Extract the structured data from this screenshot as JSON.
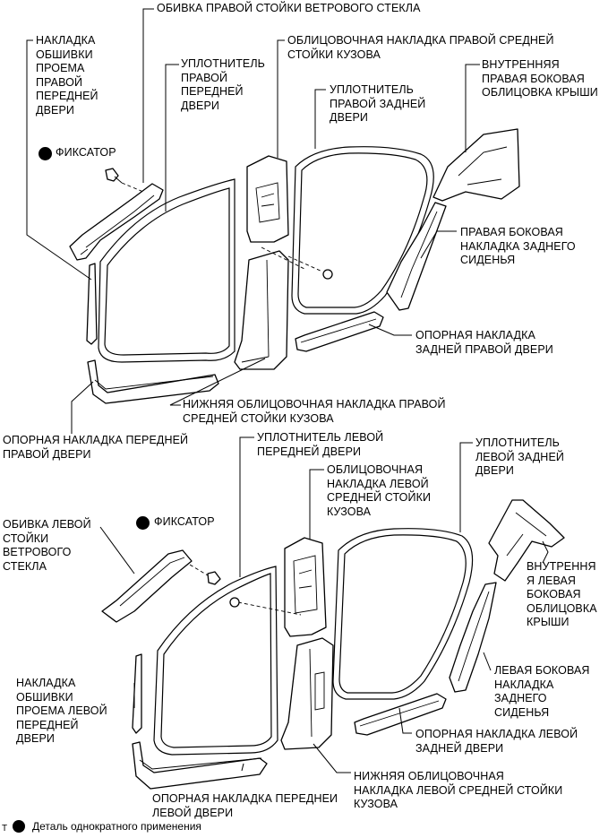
{
  "labels": {
    "rh_windshield_pillar_garnish": "ОБИВКА ПРАВОЙ СТОЙКИ ВЕТРОВОГО СТЕКЛА",
    "rh_front_door_opening_trim": "НАКЛАДКА\nОБШИВКИ\nПРОЕМА\nПРАВОЙ\nПЕРЕДНЕЙ\nДВЕРИ",
    "clip_top": "ФИКСАТОР",
    "rh_front_door_weatherstrip": "УПЛОТНИТЕЛЬ\nПРАВОЙ\nПЕРЕДНЕЙ\nДВЕРИ",
    "rh_center_pillar_upper": "ОБЛИЦОВОЧНАЯ НАКЛАДКА ПРАВОЙ СРЕДНЕЙ\nСТОЙКИ КУЗОВА",
    "rh_rear_door_weatherstrip": "УПЛОТНИТЕЛЬ\nПРАВОЙ ЗАДНЕЙ\nДВЕРИ",
    "rh_roof_side_inner": "ВНУТРЕННЯЯ\nПРАВАЯ БОКОВАЯ\nОБЛИЦОВКА КРЫШИ",
    "rh_rear_seat_side_garnish": "ПРАВАЯ БОКОВАЯ\nНАКЛАДКА ЗАДНЕГО\nСИДЕНЬЯ",
    "rh_rear_door_scuff": "ОПОРНАЯ НАКЛАДКА\nЗАДНЕЙ ПРАВОЙ ДВЕРИ",
    "rh_center_pillar_lower": "НИЖНЯЯ ОБЛИЦОВОЧНАЯ НАКЛАДКА ПРАВОЙ\nСРЕДНЕЙ СТОЙКИ КУЗОВА",
    "rh_front_door_scuff": "ОПОРНАЯ НАКЛАДКА ПЕРЕДНЕЙ\nПРАВОЙ ДВЕРИ",
    "lh_front_door_weatherstrip": "УПЛОТНИТЕЛЬ ЛЕВОЙ\nПЕРЕДНЕЙ ДВЕРИ",
    "lh_rear_door_weatherstrip": "УПЛОТНИТЕЛЬ\nЛЕВОЙ ЗАДНЕЙ\nДВЕРИ",
    "lh_center_pillar_upper": "ОБЛИЦОВОЧНАЯ\nНАКЛАДКА ЛЕВОЙ\nСРЕДНЕЙ СТОЙКИ\nКУЗОВА",
    "lh_windshield_pillar_garnish": "ОБИВКА ЛЕВОЙ\nСТОЙКИ\nВЕТРОВОГО\nСТЕКЛА",
    "clip_bottom": "ФИКСАТОР",
    "lh_roof_side_inner": "ВНУТРЕННЯ\nЯ ЛЕВАЯ\nБОКОВАЯ\nОБЛИЦОВКА\nКРЫШИ",
    "lh_rear_seat_side_garnish": "ЛЕВАЯ БОКОВАЯ\nНАКЛАДКА\nЗАДНЕГО\nСИДЕНЬЯ",
    "lh_front_door_opening_trim": "НАКЛАДКА\nОБШИВКИ\nПРОЕМА ЛЕВОЙ\nПЕРЕДНЕЙ\nДВЕРИ",
    "lh_rear_door_scuff": "ОПОРНАЯ НАКЛАДКА ЛЕВОЙ\nЗАДНЕЙ ДВЕРИ",
    "lh_center_pillar_lower": "НИЖНЯЯ ОБЛИЦОВОЧНАЯ\nНАКЛАДКА ЛЕВОЙ СРЕДНЕЙ СТОЙКИ\nКУЗОВА",
    "lh_front_door_scuff": "ОПОРНАЯ НАКЛАДКА ПЕРЕДНЕИ\nЛЕВОЙ ДВЕРИ"
  },
  "legend": {
    "marker": "T",
    "text": "Деталь однократного применения"
  }
}
